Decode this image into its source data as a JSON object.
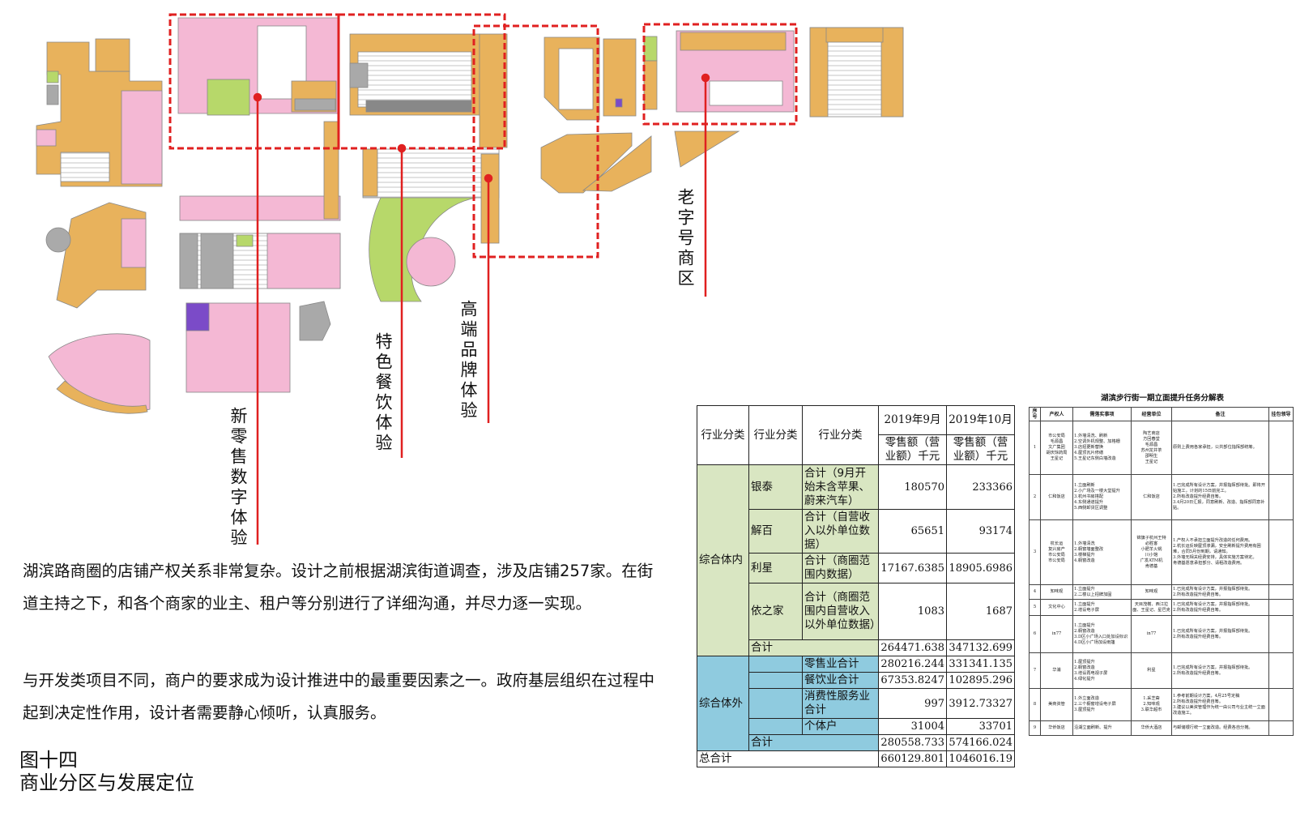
{
  "colors": {
    "retail_pink": "#f4b8d4",
    "food_orange": "#e8b25c",
    "green_space": "#b7d86a",
    "vacant_grey": "#a9a9a9",
    "purple_unit": "#7b4bc8",
    "red_zone_line": "#e02020",
    "table_green": "#d9e6c2",
    "table_blue": "#8fcbdf"
  },
  "zone_labels": {
    "new_retail": "新零售数字体验",
    "dining": "特色餐饮体验",
    "luxury": "高端品牌体验",
    "heritage": "老字号商区"
  },
  "paragraphs": [
    "湖滨路商圈的店铺产权关系非常复杂。设计之前根据湖滨街道调查，涉及店铺257家。在街道主持之下，和各个商家的业主、租户等分别进行了详细沟通，并尽力逐一实现。",
    "与开发类项目不同，商户的要求成为设计推进中的最重要因素之一。政府基层组织在过程中起到决定性作用，设计者需要静心倾听，认真服务。"
  ],
  "figure": {
    "number": "图十四",
    "title": "商业分区与发展定位"
  },
  "sales_table": {
    "header": {
      "c1": "行业分类",
      "c2": "行业分类",
      "c3": "行业分类",
      "m1": "2019年9月",
      "m2": "2019年10月",
      "u1": "零售额（营业额）千元",
      "u2": "零售额（营业额）千元"
    },
    "group_in": "综合体内",
    "group_out": "综合体外",
    "total_label": "总合计",
    "rows_in": [
      {
        "name": "银泰",
        "desc": "合计（9月开始未含苹果、蔚来汽车）",
        "v1": "180570",
        "v2": "233366"
      },
      {
        "name": "解百",
        "desc": "合计（自营收入以外单位数据）",
        "v1": "65651",
        "v2": "93174"
      },
      {
        "name": "利星",
        "desc": "合计（商圈范围内数据）",
        "v1": "17167.6385",
        "v2": "18905.6986"
      },
      {
        "name": "依之家",
        "desc": "合计（商圈范围内自营收入以外单位数据）",
        "v1": "1083",
        "v2": "1687"
      }
    ],
    "subtotal_in": {
      "label": "合计",
      "v1": "264471.638",
      "v2": "347132.699"
    },
    "rows_out": [
      {
        "desc": "零售业合计",
        "v1": "280216.244",
        "v2": "331341.135"
      },
      {
        "desc": "餐饮业合计",
        "v1": "67353.8247",
        "v2": "102895.296"
      },
      {
        "desc": "消费性服务业合计",
        "v1": "997",
        "v2": "3912.73327"
      },
      {
        "desc": "个体户",
        "v1": "31004",
        "v2": "33701"
      }
    ],
    "subtotal_out": {
      "label": "合计",
      "v1": "280558.733",
      "v2": "574166.024"
    },
    "grand_total": {
      "v1": "660129.801",
      "v2": "1046016.19"
    }
  },
  "task_table": {
    "title": "湖滨步行街一期立面提升任务分解表",
    "headers": [
      "序号",
      "产权人",
      "需落实事项",
      "经营单位",
      "备注",
      "挂包领导"
    ],
    "rows": [
      {
        "no": "1",
        "owner": "市公安局\n毛源昌\n文广集团\n胡庆馀药局\n王星记",
        "items": "1.外墙清洗、刷新\n2.空调外机规整、加格栅\n3.店招更新替换\n4.屋顶瓦片修缮\n5.王星记东侧白墙改造",
        "unit": "陶艺商店\n方回春堂\n毛源昌\n苏州龙井茶\n邵明生\n王星记",
        "note": "原则上费用各家承担，公共部位指挥部统筹。",
        "leader": ""
      },
      {
        "no": "2",
        "owner": "仁和饭店",
        "items": "1.立面刷新\n2.小广场及一楼大堂提升\n3.杭州书房搭配\n4.东侧通道提升\n5.西侧卸货区调整",
        "unit": "仁和饭店",
        "note": "1.已完成所有设计方案，并报指挥部待批。即将开始施工，计划的15日前完工。\n2.所有改造提升经费自筹。\n3.4月20日汇报，同意刷新、改造、指挥部同意补贴。",
        "leader": ""
      },
      {
        "no": "3",
        "owner": "杭长运\n复兴房产\n市公安局\n市公安局",
        "items": "1.外墙清洗\n2.橱窗墙面整改\n3.楼梯提升\n4.橱窗改造",
        "unit": "锦旗子杭州王特\n必胜客\n小肥羊火锅\n川小馆\n广发ATM机\n肯德基",
        "note": "1.产权人不承担立面提升改造的任何费用。\n2.杭长运反映屋顶渗漏，安全刷新提升费用有困难，合同5月份到期，请通知。\n3.外墙无相关经费安排，具体实施方案待定。\n肯德基愿意承担部分、请租改造费用。",
        "leader": ""
      },
      {
        "no": "4",
        "owner": "知味观",
        "items": "1.立面提升\n2.二楼以上招牌加固",
        "unit": "知味观",
        "note": "1.已完成所有设计方案，并报指挥部待批。\n2.所有改造提升经费自筹。",
        "leader": ""
      },
      {
        "no": "5",
        "owner": "文化中心",
        "items": "1.立面提升\n2.增设电子屏",
        "unit": "天目茂榭、西江拉面、王星记、星巴克",
        "note": "1.已完成所有设计方案，并报指挥部待批。\n2.所有改造提升经费自筹。",
        "leader": ""
      },
      {
        "no": "6",
        "owner": "in77",
        "items": "1.立面提升\n2.橱窗改造\n3.D区小广场入口处加设标识\n4.D区小广场加设雨篷",
        "unit": "in77",
        "note": "1.已完成所有设计方案，并报指挥部待批。\n2.所有改造提升经费自筹。",
        "leader": ""
      },
      {
        "no": "7",
        "owner": "华浦",
        "items": "1.屋顶提升\n2.橱窗改造\n3.增设再电视子屏\n4.绿化提升",
        "unit": "利星",
        "note": "1.已完成所有设计方案，并报指挥部待批。\n2.所有改造提升经费自筹。",
        "leader": ""
      },
      {
        "no": "8",
        "owner": "美商资管",
        "items": "1.外立面改造\n2.三个橱窗增设电子屏\n3.屋顶提升",
        "unit": "1.采芝斋\n2.知味观\n3.联华超市",
        "note": "1.参考前期设计方案，4月25号定稿\n2.所有改造提升经费自筹。\n3.建议以美资管理作为统一由公司与业主统一立面改造施工。",
        "leader": ""
      },
      {
        "no": "9",
        "owner": "华侨饭店",
        "items": "沿湖立面刷新、提升",
        "unit": "华侨大酒店",
        "note": "与邮储银行统一立面改造。经费各自分摊。",
        "leader": ""
      }
    ]
  }
}
